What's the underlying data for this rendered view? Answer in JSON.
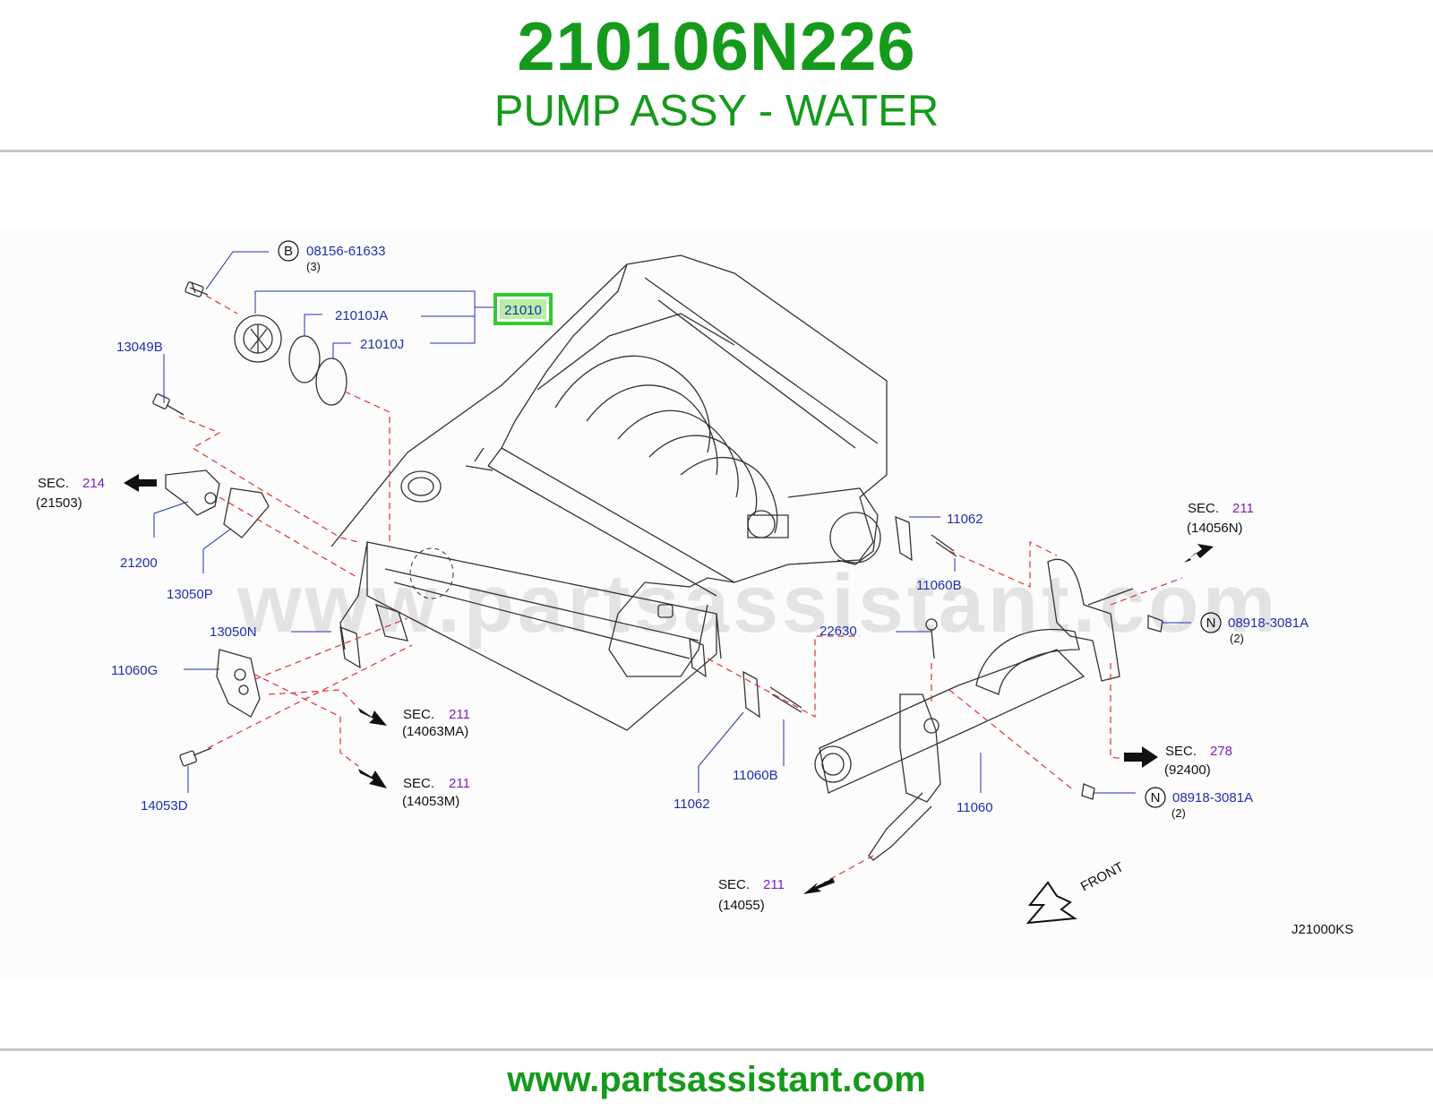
{
  "header": {
    "part_number": "210106N226",
    "part_name": "PUMP ASSY - WATER"
  },
  "diagram": {
    "code": "J21000KS",
    "watermark": "www.partsassistant.com",
    "front_label": "FRONT",
    "highlighted_part": "21010",
    "parts": {
      "p21010JA": "21010JA",
      "p21010J": "21010J",
      "p13049B": "13049B",
      "p21200": "21200",
      "p13050P": "13050P",
      "p13050N": "13050N",
      "p11060G": "11060G",
      "p14053D": "14053D",
      "p11062_top": "11062",
      "p11060B_top": "11060B",
      "p22630": "22630",
      "p11062_bottom": "11062",
      "p11060B_bottom": "11060B",
      "p11060": "11060"
    },
    "callouts": {
      "bolt_b": {
        "letter": "B",
        "part": "08156-61633",
        "qty": "(3)"
      },
      "nut_n_top": {
        "letter": "N",
        "part": "08918-3081A",
        "qty": "(2)"
      },
      "nut_n_bottom": {
        "letter": "N",
        "part": "08918-3081A",
        "qty": "(2)"
      }
    },
    "sections": {
      "sec214": {
        "prefix": "SEC.",
        "num": "214",
        "ref": "(21503)"
      },
      "sec211_14056N": {
        "prefix": "SEC.",
        "num": "211",
        "ref": "(14056N)"
      },
      "sec211_14063MA": {
        "prefix": "SEC.",
        "num": "211",
        "ref": "(14063MA)"
      },
      "sec211_14053M": {
        "prefix": "SEC.",
        "num": "211",
        "ref": "(14053M)"
      },
      "sec278": {
        "prefix": "SEC.",
        "num": "278",
        "ref": "(92400)"
      },
      "sec211_14055": {
        "prefix": "SEC.",
        "num": "211",
        "ref": "(14055)"
      }
    }
  },
  "footer": {
    "url": "www.partsassistant.com"
  },
  "colors": {
    "brand_green": "#159a1b",
    "part_blue": "#1f2fb0",
    "section_purple": "#7d1fc4",
    "dash_red": "#e03030",
    "highlight_green": "#2ecc2e"
  }
}
